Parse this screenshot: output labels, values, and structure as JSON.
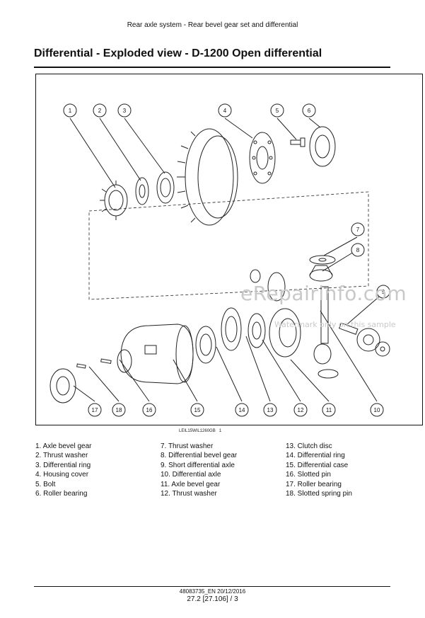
{
  "header": {
    "title": "Rear axle system - Rear bevel gear set and differential"
  },
  "section": {
    "title": "Differential - Exploded view - D-1200 Open differential"
  },
  "figure": {
    "reference": "LEIL15WIL1260GB",
    "figure_number": "1",
    "callouts": [
      "1",
      "2",
      "3",
      "4",
      "5",
      "6",
      "7",
      "8",
      "9",
      "10",
      "11",
      "12",
      "13",
      "14",
      "15",
      "16",
      "17",
      "18"
    ]
  },
  "watermark": {
    "text": "eRepairinfo.com",
    "subtext": "Watermark only on this sample"
  },
  "legend": {
    "col1": [
      "1. Axle bevel gear",
      "2. Thrust washer",
      "3. Differential ring",
      "4. Housing cover",
      "5. Bolt",
      "6. Roller bearing"
    ],
    "col2": [
      "7. Thrust washer",
      "8. Differential bevel gear",
      "9. Short differential axle",
      "10. Differential axle",
      "11. Axle bevel gear",
      "12. Thrust washer"
    ],
    "col3": [
      "13. Clutch disc",
      "14. Differential ring",
      "15. Differential case",
      "16. Slotted pin",
      "17. Roller bearing",
      "18. Slotted spring pin"
    ]
  },
  "footer": {
    "doc": "48083735_EN 20/12/2016",
    "page": "27.2 [27.106] / 3"
  }
}
